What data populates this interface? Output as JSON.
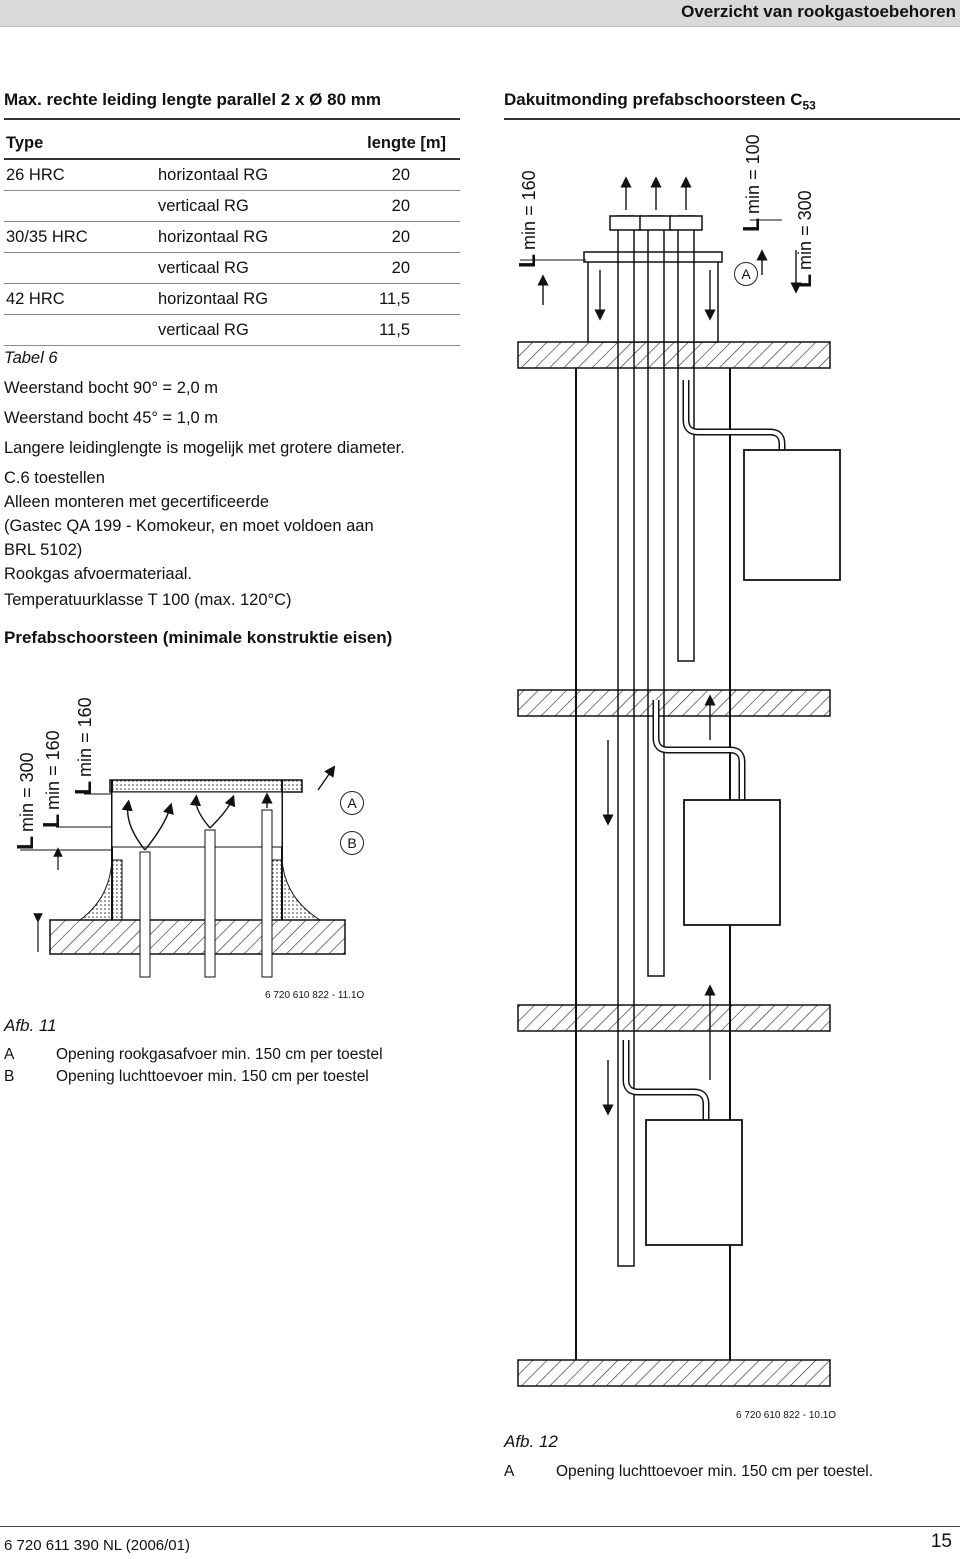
{
  "header": {
    "title": "Overzicht van rookgastoebehoren"
  },
  "left": {
    "section_title": "Max. rechte leiding lengte parallel 2 x Ø 80 mm",
    "table": {
      "col_type": "Type",
      "col_length": "lengte [m]",
      "rows": [
        {
          "type": "26 HRC",
          "direction": "horizontaal RG",
          "length": "20"
        },
        {
          "type": "",
          "direction": "verticaal RG",
          "length": "20"
        },
        {
          "type": "30/35 HRC",
          "direction": "horizontaal RG",
          "length": "20"
        },
        {
          "type": "",
          "direction": "verticaal RG",
          "length": "20"
        },
        {
          "type": "42 HRC",
          "direction": "horizontaal RG",
          "length": "11,5"
        },
        {
          "type": "",
          "direction": "verticaal RG",
          "length": "11,5"
        }
      ],
      "caption": "Tabel 6"
    },
    "notes": [
      "Weerstand bocht 90° = 2,0 m",
      "Weerstand bocht 45° = 1,0 m",
      "Langere leidinglengte is mogelijk met grotere diameter."
    ],
    "c6": [
      "C.6 toestellen",
      "Alleen monteren met gecertificeerde",
      "(Gastec QA 199 - Komokeur, en moet voldoen aan",
      "BRL 5102)",
      "Rookgas afvoermateriaal.",
      "Temperatuurklasse T 100 (max. 120°C)"
    ],
    "figure": {
      "title": "Prefabschoorsteen (minimale konstruktie eisen)",
      "labels": {
        "lmin300": "min = 300",
        "lmin160": "min = 160",
        "L": "L",
        "A": "A",
        "B": "B"
      },
      "ref": "6 720 610 822 - 11.1O",
      "caption": "Afb. 11",
      "legend": [
        {
          "key": "A",
          "text": "Opening rookgasafvoer min. 150 cm  per toestel"
        },
        {
          "key": "B",
          "text": "Opening luchttoevoer min. 150 cm  per toestel"
        }
      ]
    }
  },
  "right": {
    "title_main": "Dakuitmonding prefabschoorsteen C",
    "title_sub": "53",
    "labels": {
      "lmin160": "min = 160",
      "lmin100": "min = 100",
      "lmin300": "min = 300",
      "L": "L",
      "A": "A"
    },
    "ref": "6 720 610 822 - 10.1O",
    "caption": "Afb. 12",
    "legend": [
      {
        "key": "A",
        "text": "Opening luchttoevoer min. 150 cm  per toestel."
      }
    ]
  },
  "footer": {
    "doc_id": "6 720 611 390 NL (2006/01)",
    "page": "15"
  }
}
